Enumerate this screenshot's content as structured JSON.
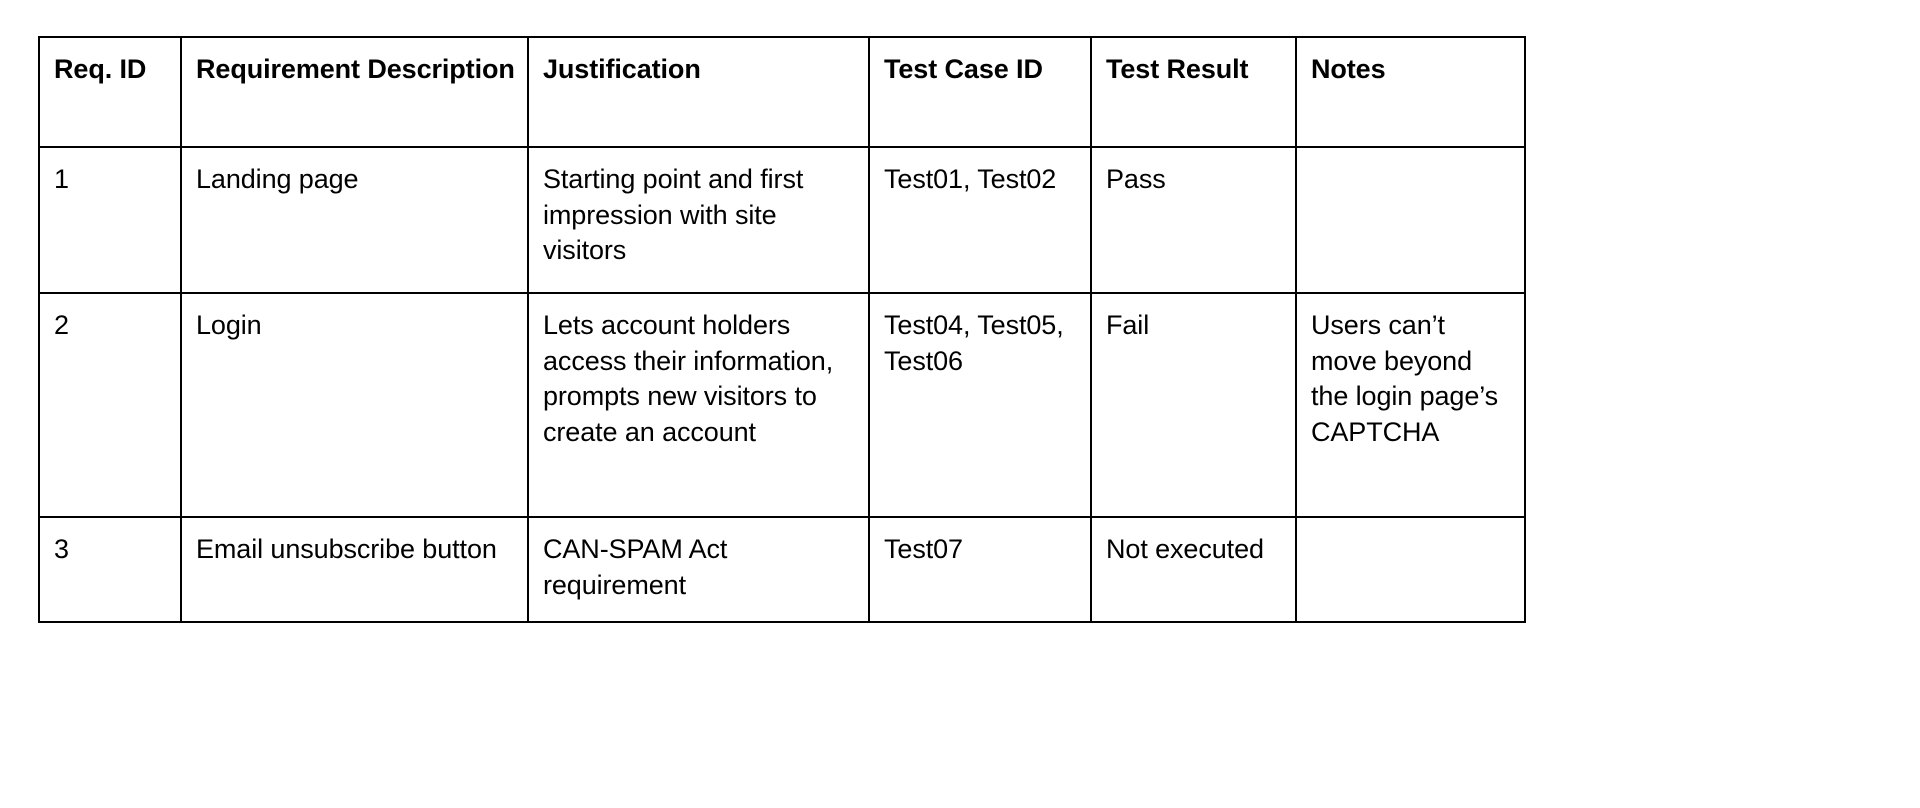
{
  "table": {
    "name": "requirements-traceability-matrix",
    "columns": [
      {
        "key": "req_id",
        "label": "Req. ID"
      },
      {
        "key": "desc",
        "label": "Requirement Description"
      },
      {
        "key": "just",
        "label": "Justification"
      },
      {
        "key": "tcid",
        "label": "Test Case ID"
      },
      {
        "key": "result",
        "label": "Test Result"
      },
      {
        "key": "notes",
        "label": "Notes"
      }
    ],
    "rows": [
      {
        "req_id": "1",
        "desc": "Landing page",
        "just": "Starting point and first impression with site visitors",
        "tcid": "Test01, Test02",
        "result": "Pass",
        "notes": ""
      },
      {
        "req_id": "2",
        "desc": "Login",
        "just": "Lets account holders access their information, prompts new visitors to create an account",
        "tcid": "Test04, Test05, Test06",
        "result": "Fail",
        "notes": "Users can’t move beyond the login page’s CAPTCHA"
      },
      {
        "req_id": "3",
        "desc": "Email unsubscribe button",
        "just": "CAN-SPAM Act requirement",
        "tcid": "Test07",
        "result": "Not executed",
        "notes": ""
      }
    ]
  },
  "colors": {
    "border": "#000000",
    "text": "#000000",
    "background": "#ffffff"
  }
}
